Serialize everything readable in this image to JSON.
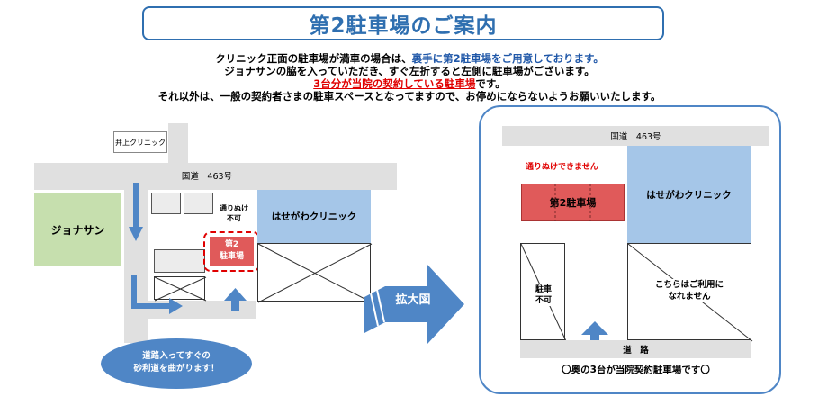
{
  "title": "第2駐車場のご案内",
  "intro": {
    "line1_pre": "クリニック正面の駐車場が満車の場合は、",
    "line1_em": "裏手に第2駐車場をご用意しております。",
    "line2": "ジョナサンの脇を入っていただき、すぐ左折すると左側に駐車場がございます。",
    "line3_em": "3台分が当院の契約している駐車場",
    "line3_post": "です。",
    "line4": "それ以外は、一般の契約者さまの駐車スペースとなってますので、お停めにならないようお願いいたします。"
  },
  "map": {
    "inoue_clinic": "井上クリニック",
    "route": "国道　463号",
    "jonathan": "ジョナサン",
    "no_through_1": "通りぬけ",
    "no_through_2": "不可",
    "hasegawa_clinic": "はせがわクリニック",
    "parking2_1": "第2",
    "parking2_2": "駐車場",
    "bubble_1": "道路入ってすぐの",
    "bubble_2": "砂利道を曲がります！",
    "zoom_label": "拡大図"
  },
  "detail": {
    "route": "国道　463号",
    "no_through": "通りぬけできません",
    "hasegawa_clinic": "はせがわクリニック",
    "parking2": "第2駐車場",
    "no_parking_1": "駐車",
    "no_parking_2": "不可",
    "unavailable_1": "こちらはご利用に",
    "unavailable_2": "なれません",
    "road": "道　路",
    "note": "〇奥の3台が当院契約駐車場です〇"
  },
  "colors": {
    "accent": "#2f6fb0",
    "building": "#a5c6e8",
    "jonathan": "#c6dfae",
    "parking": "#e05a5a",
    "warning": "#e00000"
  }
}
